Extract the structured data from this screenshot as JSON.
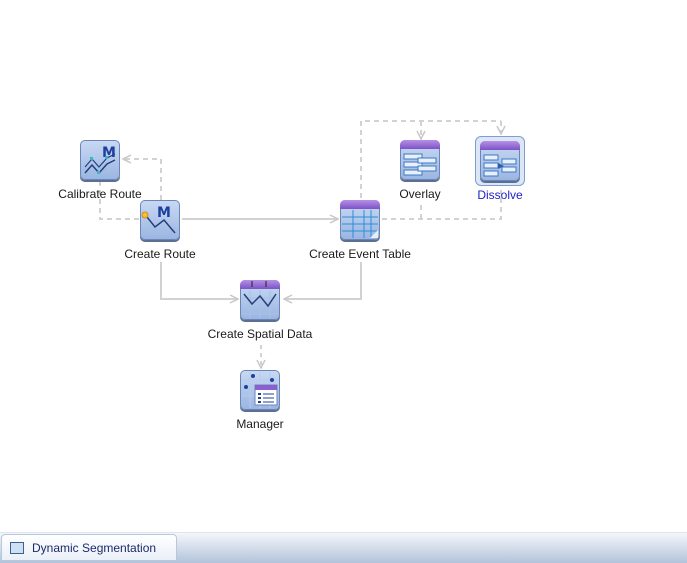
{
  "diagram": {
    "nodes": [
      {
        "id": "calibrate_route",
        "label": "Calibrate Route",
        "icon": "calibrate-route-icon"
      },
      {
        "id": "create_route",
        "label": "Create Route",
        "icon": "create-route-icon"
      },
      {
        "id": "create_event_table",
        "label": "Create Event Table",
        "icon": "event-table-icon"
      },
      {
        "id": "overlay",
        "label": "Overlay",
        "icon": "overlay-icon"
      },
      {
        "id": "dissolve",
        "label": "Dissolve",
        "icon": "dissolve-icon",
        "selected": true
      },
      {
        "id": "create_spatial_data",
        "label": "Create Spatial Data",
        "icon": "spatial-data-icon"
      },
      {
        "id": "manager",
        "label": "Manager",
        "icon": "manager-icon"
      }
    ],
    "edges": [
      {
        "from": "create_route",
        "to": "calibrate_route",
        "style": "dashed"
      },
      {
        "from": "calibrate_route",
        "to": "create_route",
        "style": "dashed"
      },
      {
        "from": "create_route",
        "to": "create_event_table",
        "style": "solid"
      },
      {
        "from": "create_route",
        "to": "create_spatial_data",
        "style": "solid"
      },
      {
        "from": "create_event_table",
        "to": "create_spatial_data",
        "style": "solid"
      },
      {
        "from": "create_event_table",
        "to": "overlay",
        "style": "dashed"
      },
      {
        "from": "create_event_table",
        "to": "dissolve",
        "style": "dashed"
      },
      {
        "from": "create_spatial_data",
        "to": "manager",
        "style": "dashed"
      }
    ],
    "colors": {
      "edge": "#cfcfcf",
      "selected_label": "#2020c8",
      "label": "#1a1a1a",
      "header_purple": "#7d53c6",
      "tile_blue": "#9bb6e2"
    }
  },
  "taskbar": {
    "tab_label": "Dynamic Segmentation",
    "tab_icon": "diagram-icon"
  }
}
